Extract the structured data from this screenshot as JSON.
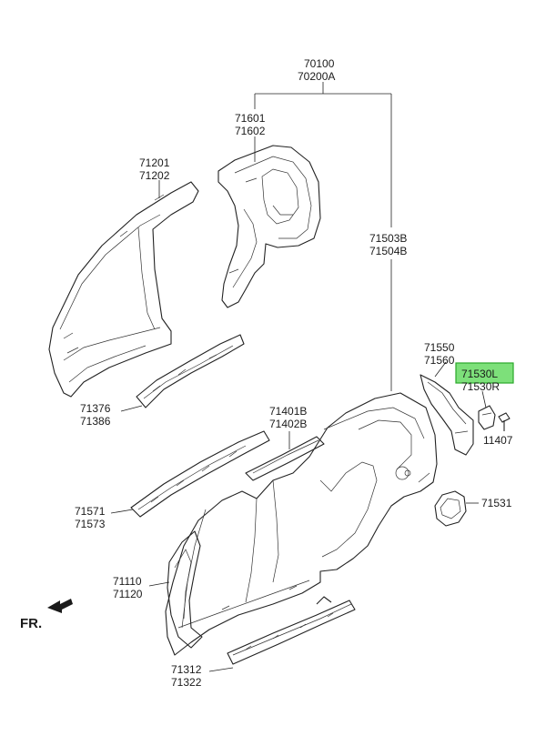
{
  "labels": {
    "top_1": "70100",
    "top_2": "70200A",
    "l71601": "71601",
    "l71602": "71602",
    "l71201": "71201",
    "l71202": "71202",
    "l71503b": "71503B",
    "l71504b": "71504B",
    "l71376": "71376",
    "l71386": "71386",
    "l71550": "71550",
    "l71560": "71560",
    "l71530l": "71530L",
    "l71530r": "71530R",
    "l11407": "11407",
    "l71401b": "71401B",
    "l71402b": "71402B",
    "l71531": "71531",
    "l71571": "71571",
    "l71573": "71573",
    "l71110": "71110",
    "l71120": "71120",
    "l71312": "71312",
    "l71322": "71322",
    "fr": "FR."
  },
  "colors": {
    "highlight_fill": "#7de07a",
    "highlight_stroke": "#2aa82a",
    "line": "#222222"
  }
}
